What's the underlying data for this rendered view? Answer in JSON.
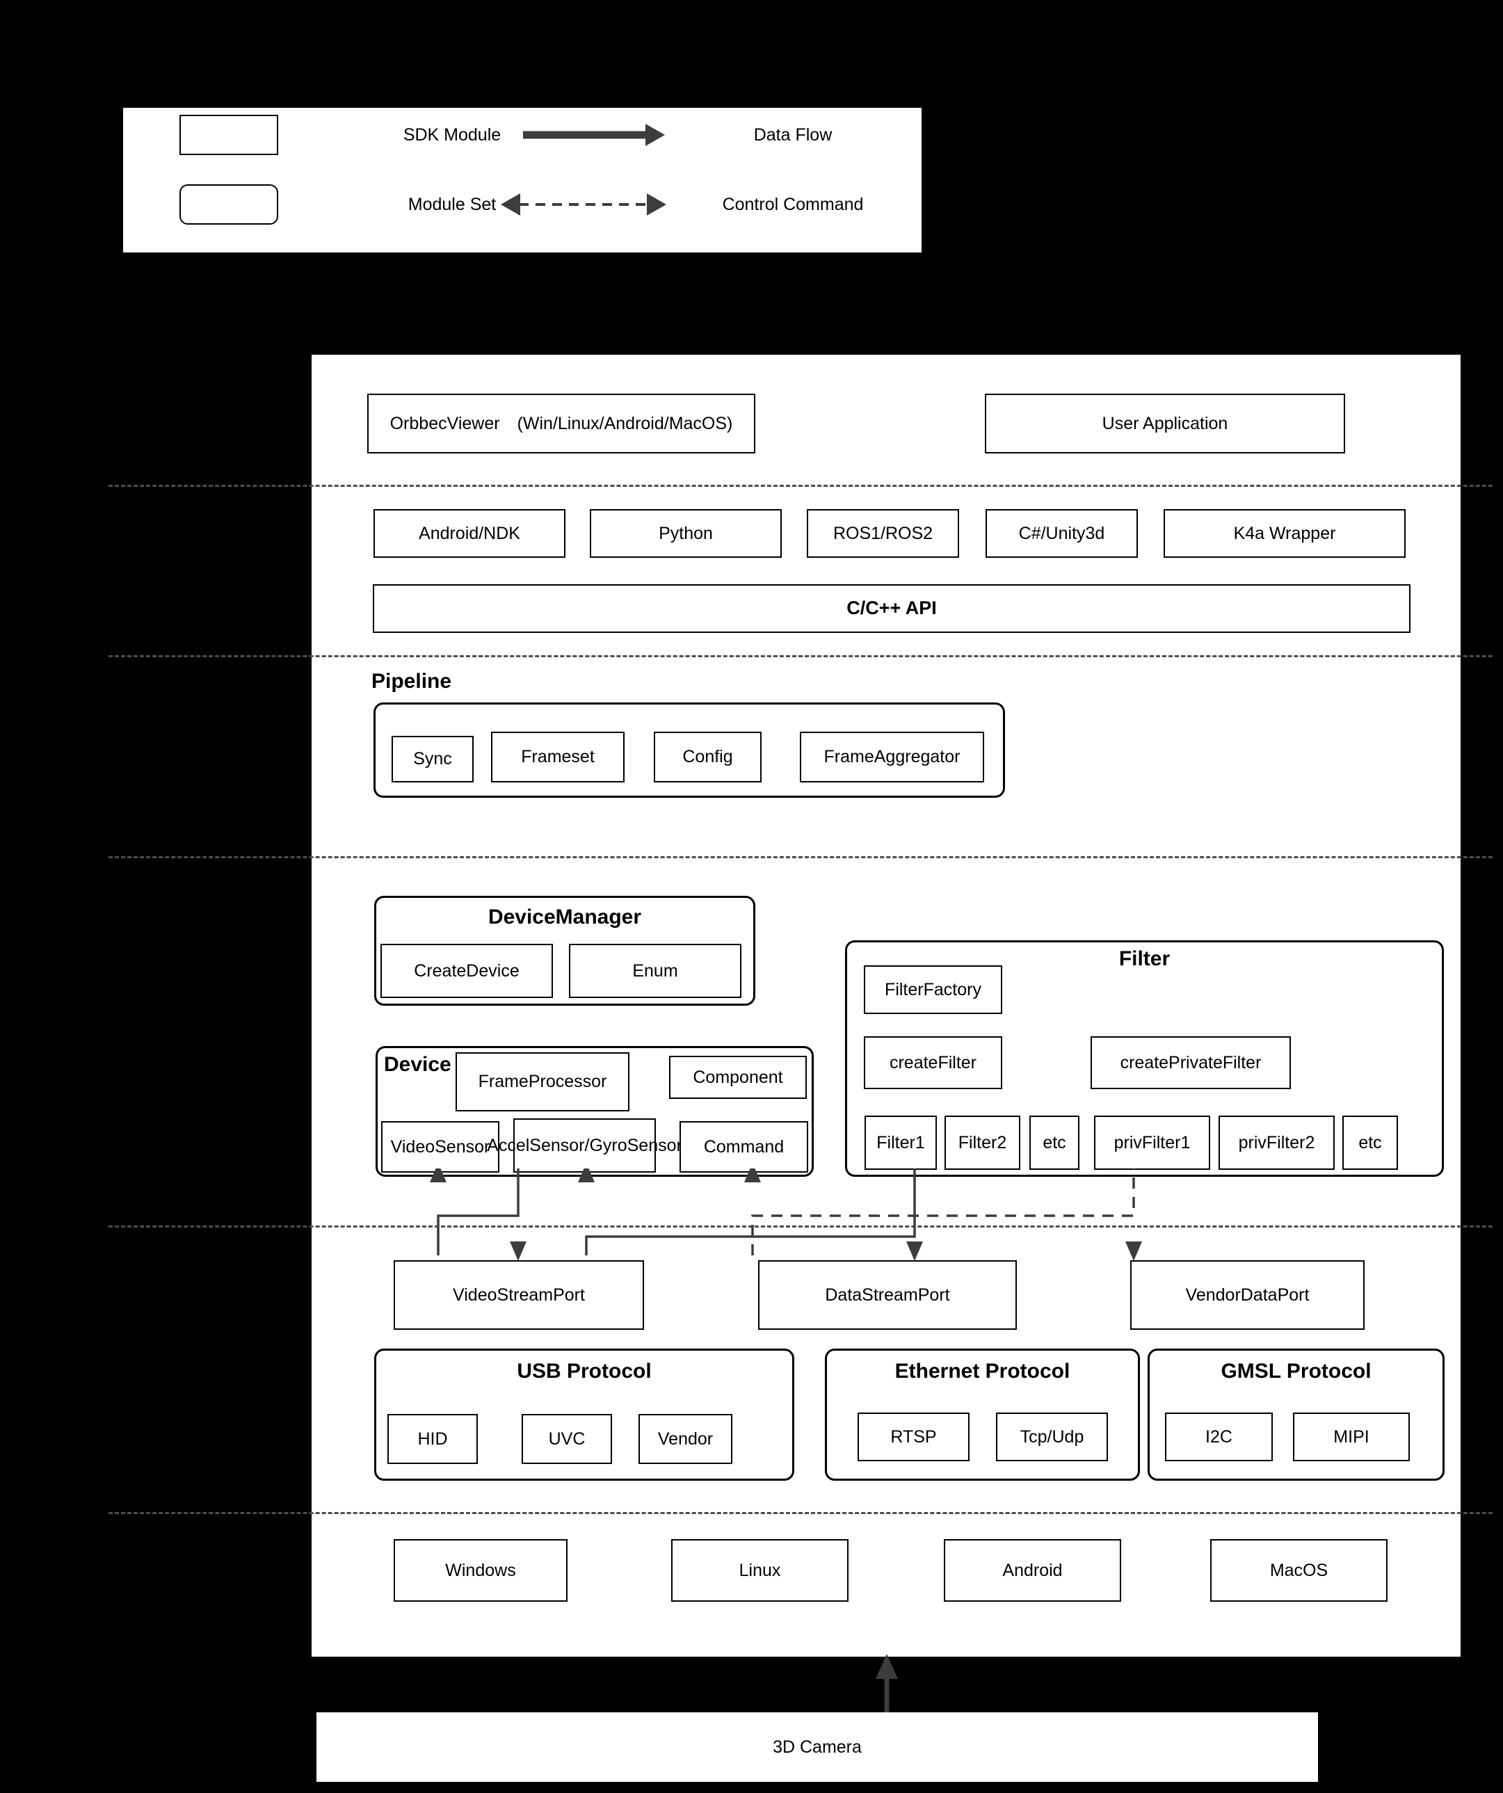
{
  "legend": {
    "items": [
      {
        "shape": "square",
        "label": "SDK Module"
      },
      {
        "shape": "rounded",
        "label": "Module Set"
      }
    ],
    "arrows": [
      {
        "style": "solid",
        "label": "Data Flow"
      },
      {
        "style": "dashed",
        "label": "Control Command"
      }
    ]
  },
  "application_layer": {
    "boxes": [
      {
        "label": "OrbbecViewer　(Win/Linux/Android/MacOS)"
      },
      {
        "label": "User Application"
      }
    ]
  },
  "wrapper_layer": {
    "boxes": [
      {
        "label": "Android/NDK"
      },
      {
        "label": "Python"
      },
      {
        "label": "ROS1/ROS2"
      },
      {
        "label": "C#/Unity3d"
      },
      {
        "label": "K4a Wrapper"
      }
    ],
    "api": {
      "label": "C/C++ API"
    }
  },
  "pipeline": {
    "title": "Pipeline",
    "boxes": [
      {
        "label": "Sync"
      },
      {
        "label": "Frameset"
      },
      {
        "label": "Config"
      },
      {
        "label": "FrameAggregator"
      }
    ]
  },
  "device_manager": {
    "title": "DeviceManager",
    "boxes": [
      {
        "label": "CreateDevice"
      },
      {
        "label": "Enum"
      }
    ]
  },
  "device": {
    "title": "Device",
    "boxes": [
      {
        "label": "FrameProcessor"
      },
      {
        "label": "Component"
      },
      {
        "label": "VideoSensor"
      },
      {
        "label": "AccelSensor/GyroSensor"
      },
      {
        "label": "Command"
      }
    ]
  },
  "filter": {
    "title": "Filter",
    "factory": {
      "label": "FilterFactory"
    },
    "creators": [
      {
        "label": "createFilter"
      },
      {
        "label": "createPrivateFilter"
      }
    ],
    "instances": [
      {
        "label": "Filter1"
      },
      {
        "label": "Filter2"
      },
      {
        "label": "etc"
      },
      {
        "label": "privFilter1"
      },
      {
        "label": "privFilter2"
      },
      {
        "label": "etc"
      }
    ]
  },
  "ports": {
    "boxes": [
      {
        "label": "VideoStreamPort"
      },
      {
        "label": "DataStreamPort"
      },
      {
        "label": "VendorDataPort"
      }
    ]
  },
  "protocols": [
    {
      "title": "USB Protocol",
      "boxes": [
        {
          "label": "HID"
        },
        {
          "label": "UVC"
        },
        {
          "label": "Vendor"
        }
      ]
    },
    {
      "title": "Ethernet Protocol",
      "boxes": [
        {
          "label": "RTSP"
        },
        {
          "label": "Tcp/Udp"
        }
      ]
    },
    {
      "title": "GMSL Protocol",
      "boxes": [
        {
          "label": "I2C"
        },
        {
          "label": "MIPI"
        }
      ]
    }
  ],
  "os_layer": {
    "boxes": [
      {
        "label": "Windows"
      },
      {
        "label": "Linux"
      },
      {
        "label": "Android"
      },
      {
        "label": "MacOS"
      }
    ]
  },
  "hardware": {
    "label": "3D Camera"
  },
  "colors": {
    "background": "#000000",
    "panel": "#ffffff",
    "stroke": "#000000",
    "connector": "#3d3d3d",
    "separator": "#4d4d4d"
  }
}
